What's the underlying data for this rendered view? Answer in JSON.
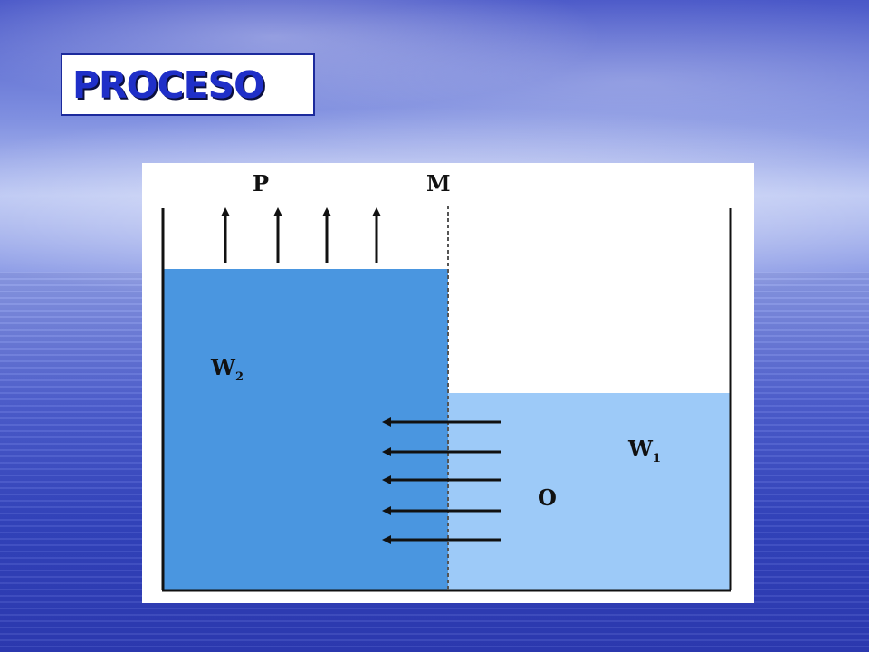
{
  "title": "PROCESO",
  "diagram": {
    "label_p": "P",
    "label_m": "M",
    "label_w2": "W",
    "label_w2_sub": "2",
    "label_w1": "W",
    "label_w1_sub": "1",
    "label_o": "O"
  },
  "colors": {
    "left_solution": "#4a96e0",
    "right_solution": "#9dcaf8",
    "title_text": "#1f2fc8"
  }
}
